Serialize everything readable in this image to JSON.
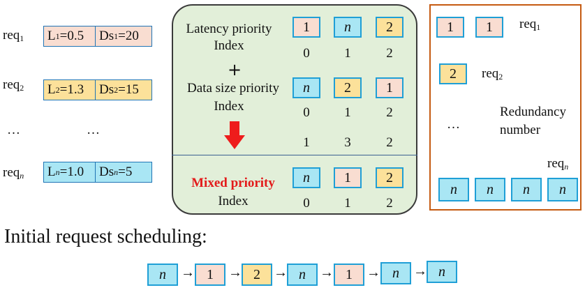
{
  "left_requests": [
    {
      "req_label": "req",
      "req_sub": "1",
      "L_label": "L",
      "L_sub": "1",
      "L_value": "=0.5",
      "Ds_label": "Ds",
      "Ds_sub": "1",
      "Ds_value": "=20",
      "color": "#f9ddd1"
    },
    {
      "req_label": "req",
      "req_sub": "2",
      "L_label": "L",
      "L_sub": "2",
      "L_value": "=1.3",
      "Ds_label": "Ds",
      "Ds_sub": "2",
      "Ds_value": "=15",
      "color": "#fce19a"
    },
    {
      "req_label": "req",
      "req_sub": "n",
      "L_label": "L",
      "L_sub": "n",
      "L_value": "=1.0",
      "Ds_label": "Ds",
      "Ds_sub": "n",
      "Ds_value": "=5",
      "color": "#a9e6f4"
    }
  ],
  "left_ellipsis_1": "…",
  "left_ellipsis_2": "…",
  "center": {
    "latency_label_1": "Latency priority",
    "latency_label_2": "Index",
    "plus": "+",
    "datasize_label_1": "Data size priority",
    "datasize_label_2": "Index",
    "mixed_label_1": "Mixed priority",
    "mixed_label_2": "Index",
    "mixed_color": "#e31b1b",
    "latency_boxes": [
      "1",
      "n",
      "2"
    ],
    "latency_indices": [
      "0",
      "1",
      "2"
    ],
    "datasize_boxes": [
      "n",
      "2",
      "1"
    ],
    "datasize_indices": [
      "0",
      "1",
      "2"
    ],
    "sum_indices": [
      "1",
      "3",
      "2"
    ],
    "mixed_boxes": [
      "n",
      "1",
      "2"
    ],
    "mixed_indices": [
      "0",
      "1",
      "2"
    ]
  },
  "right": {
    "req1_label": "req",
    "req1_sub": "1",
    "req1_boxes": [
      "1",
      "1"
    ],
    "req2_label": "req",
    "req2_sub": "2",
    "req2_boxes": [
      "2"
    ],
    "ellipsis": "…",
    "redundancy_1": "Redundancy",
    "redundancy_2": "number",
    "reqn_label": "req",
    "reqn_sub": "n",
    "reqn_boxes": [
      "n",
      "n",
      "n",
      "n"
    ]
  },
  "schedule_title": "Initial request scheduling:",
  "schedule_boxes": [
    "n",
    "1",
    "2",
    "n",
    "1",
    "n",
    "n"
  ],
  "arrow_glyph": "→"
}
